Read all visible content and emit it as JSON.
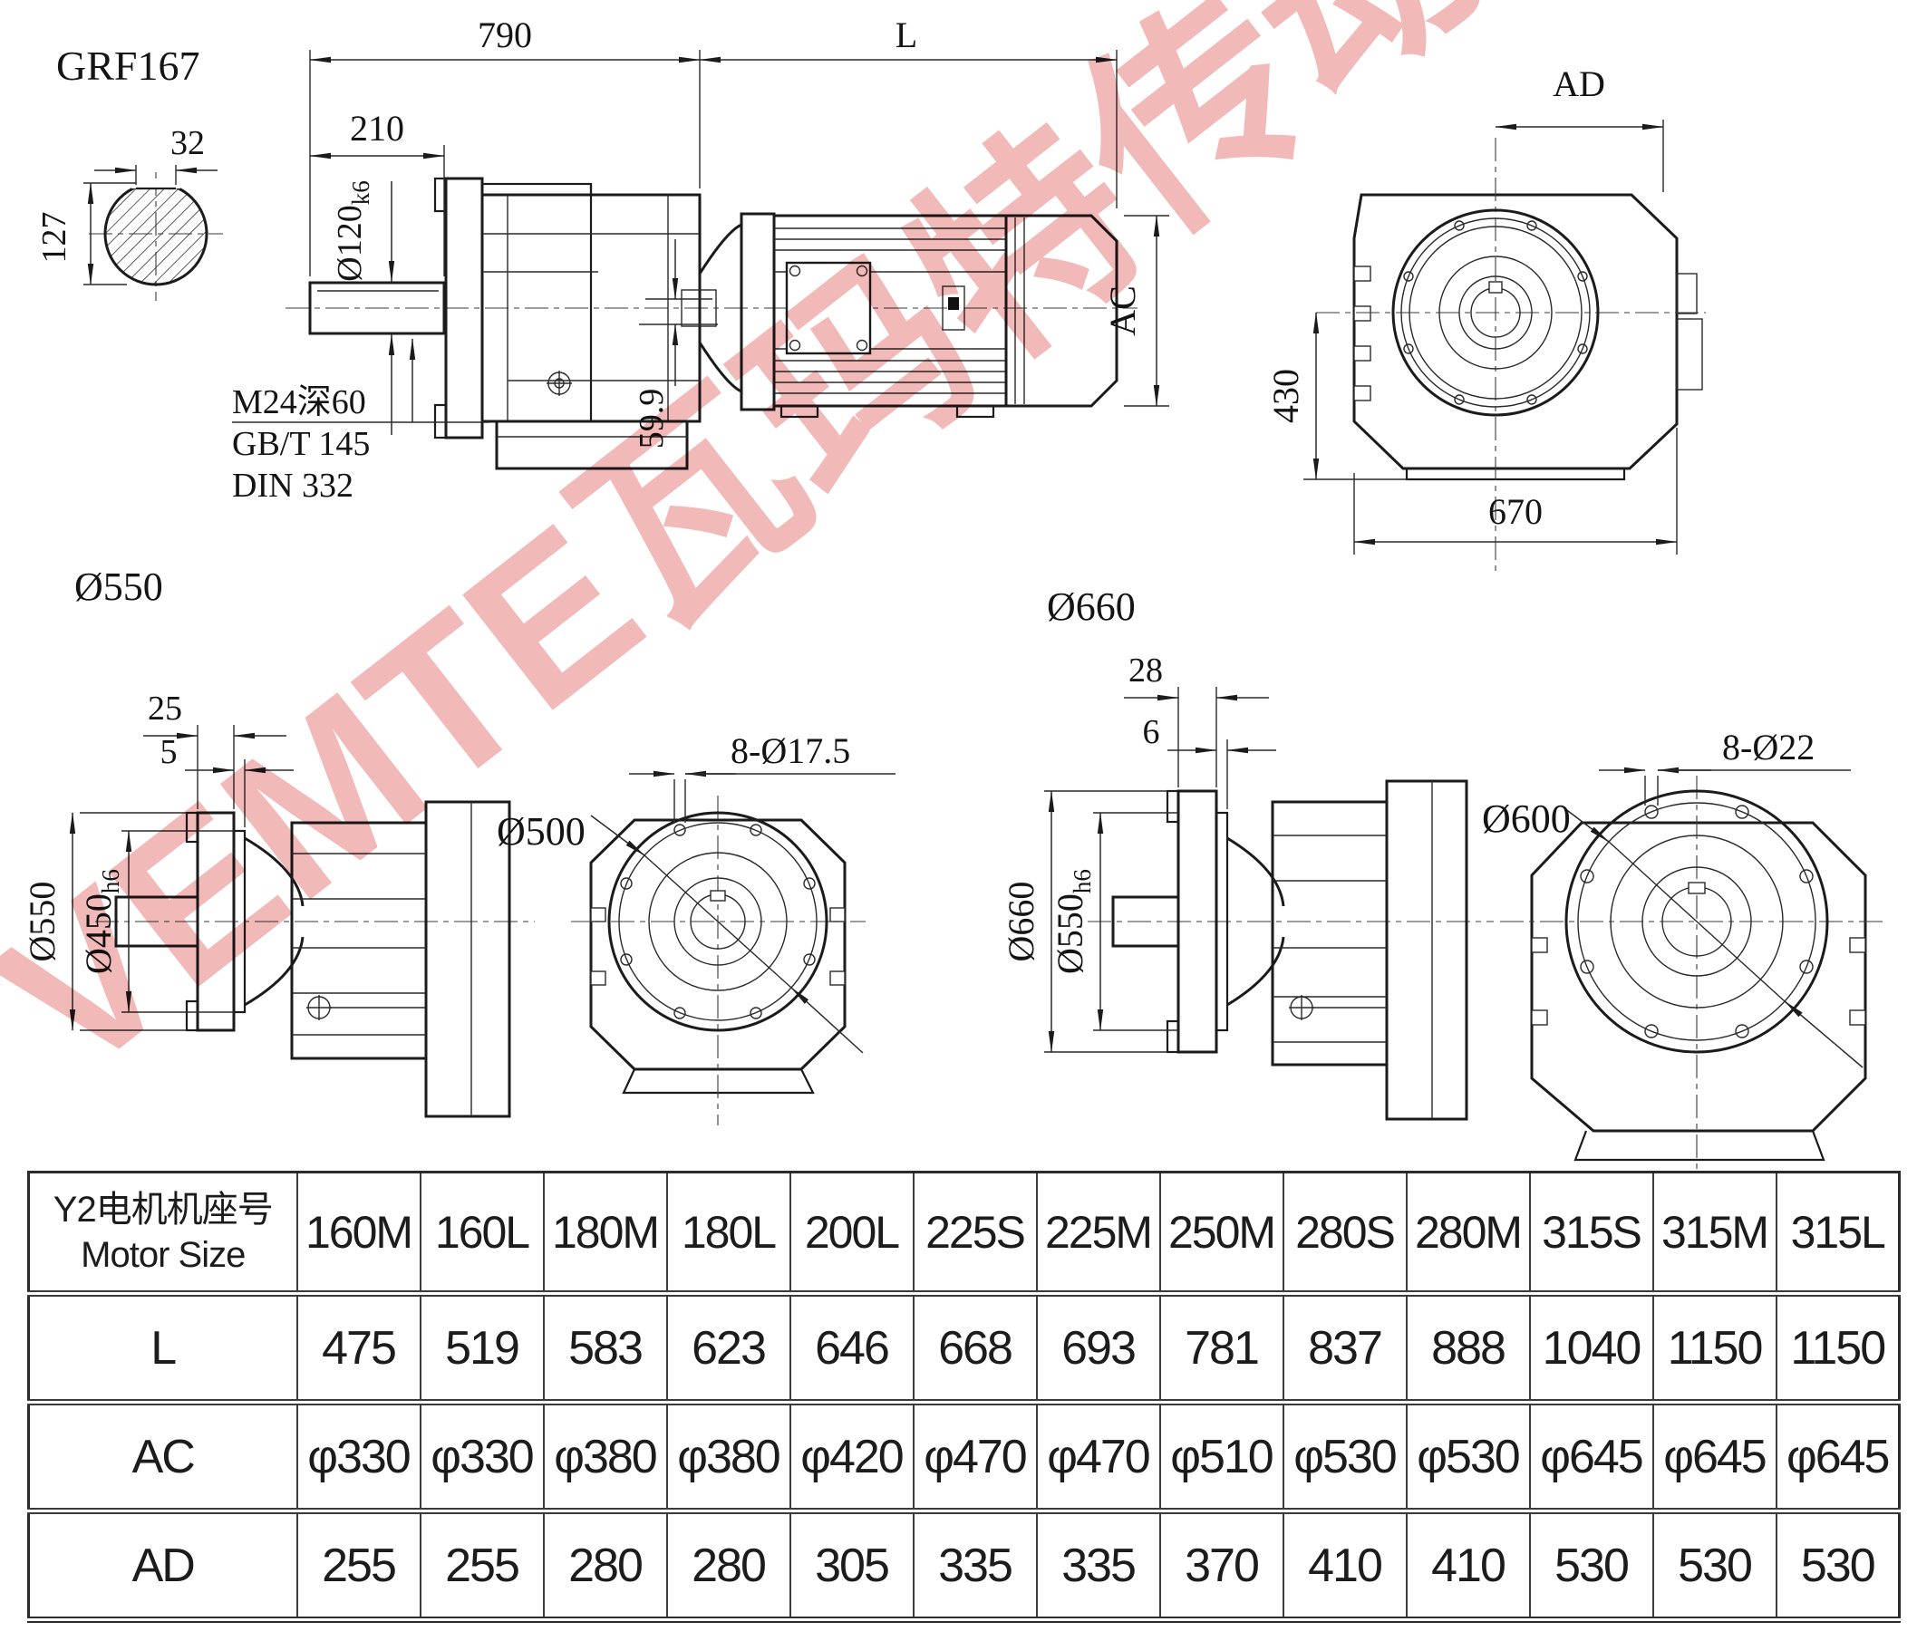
{
  "title": "GRF167",
  "watermark": "VEMTE瓦玛特传动",
  "shaft_section": {
    "width": "32",
    "diameter": "127"
  },
  "main_view": {
    "overall_length": "790",
    "motor_length": "L",
    "shaft_length": "210",
    "shaft_dia": "Ø120",
    "shaft_dia_tol": "k6",
    "center_offset": "59.9",
    "motor_dia": "AC",
    "thread_note": "M24深60",
    "std_note1": "GB/T 145",
    "std_note2": "DIN 332"
  },
  "rear_view": {
    "width_ad": "AD",
    "half_height": "430",
    "width": "670"
  },
  "flange_550": {
    "title": "Ø550",
    "flange_offset": "25",
    "spigot_offset": "5",
    "flange_od": "Ø550",
    "spigot_dia": "Ø450",
    "spigot_tol": "h6"
  },
  "front_500": {
    "holes": "8-Ø17.5",
    "bolt_circle": "Ø500"
  },
  "flange_660": {
    "title": "Ø660",
    "flange_offset": "28",
    "spigot_offset": "6",
    "flange_od": "Ø660",
    "spigot_dia": "Ø550",
    "spigot_tol": "h6"
  },
  "front_600": {
    "holes": "8-Ø22",
    "bolt_circle": "Ø600"
  },
  "table": {
    "header_cn": "Y2电机机座号",
    "header_en": "Motor Size",
    "columns": [
      "160M",
      "160L",
      "180M",
      "180L",
      "200L",
      "225S",
      "225M",
      "250M",
      "280S",
      "280M",
      "315S",
      "315M",
      "315L"
    ],
    "rows": [
      {
        "label": "L",
        "values": [
          "475",
          "519",
          "583",
          "623",
          "646",
          "668",
          "693",
          "781",
          "837",
          "888",
          "1040",
          "1150",
          "1150"
        ]
      },
      {
        "label": "AC",
        "values": [
          "φ330",
          "φ330",
          "φ380",
          "φ380",
          "φ420",
          "φ470",
          "φ470",
          "φ510",
          "φ530",
          "φ530",
          "φ645",
          "φ645",
          "φ645"
        ]
      },
      {
        "label": "AD",
        "values": [
          "255",
          "255",
          "280",
          "280",
          "305",
          "335",
          "335",
          "370",
          "410",
          "410",
          "530",
          "530",
          "530"
        ]
      }
    ]
  }
}
